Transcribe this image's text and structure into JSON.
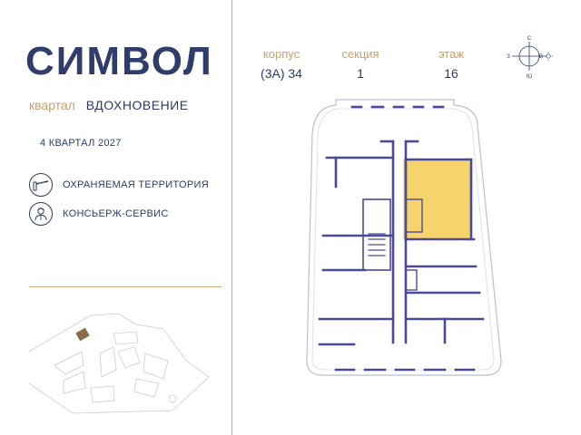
{
  "brand": {
    "logo_text": "СИМВОЛ"
  },
  "quarter": {
    "label": "квартал",
    "name": "ВДОХНОВЕНИЕ"
  },
  "delivery": {
    "date": "4 КВАРТАЛ 2027"
  },
  "features": [
    {
      "icon": "barrier-gate-icon",
      "label": "ОХРАНЯЕМАЯ ТЕРРИТОРИЯ"
    },
    {
      "icon": "concierge-icon",
      "label": "КОНСЬЕРЖ-СЕРВИС"
    }
  ],
  "info": {
    "building": {
      "label": "корпус",
      "value": "(3A) 34"
    },
    "section": {
      "label": "секция",
      "value": "1"
    },
    "floor": {
      "label": "этаж",
      "value": "16"
    }
  },
  "compass": {
    "north": "С",
    "south": "Ю",
    "west": "З",
    "east": "В"
  },
  "colors": {
    "navy": "#2b3a67",
    "gold": "#c8a06a",
    "highlight": "#f7d36b",
    "wall": "#4a4a9c"
  }
}
